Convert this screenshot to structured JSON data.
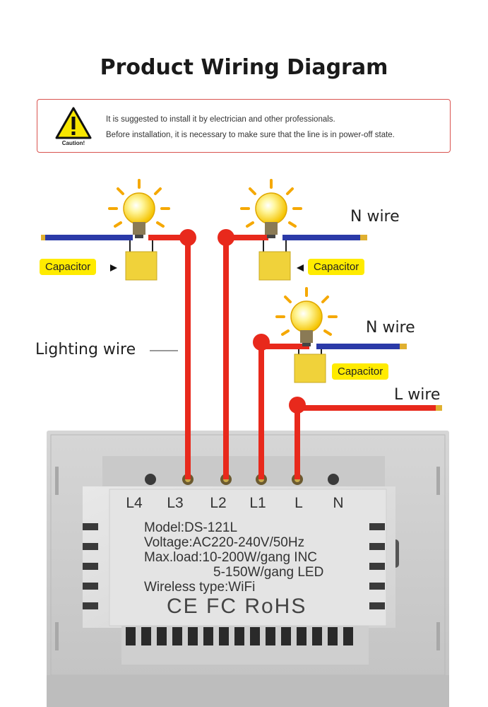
{
  "title": "Product Wiring Diagram",
  "caution": {
    "icon": "warning-triangle-icon",
    "label": "Caution!",
    "line1": "It is suggested to install it by electrician and other professionals.",
    "line2": "Before installation, it is necessary to make sure that the line is in power-off state."
  },
  "labels": {
    "capacitor_1": "Capacitor",
    "capacitor_2": "Capacitor",
    "capacitor_3": "Capacitor",
    "n_wire_1": "N wire",
    "n_wire_2": "N wire",
    "l_wire": "L wire",
    "lighting_wire": "Lighting wire"
  },
  "terminals": [
    "L4",
    "L3",
    "L2",
    "L1",
    "L",
    "N"
  ],
  "device": {
    "model": "Model:DS-121L",
    "voltage": "Voltage:AC220-240V/50Hz",
    "max_load_1": "Max.load:10-200W/gang INC",
    "max_load_2": "5-150W/gang  LED",
    "wireless": "Wireless type:WiFi",
    "certifications": "CE FC RoHS"
  },
  "colors": {
    "live_wire": "#e8291c",
    "neutral_wire": "#2b3aa8",
    "capacitor_tag": "#ffeb00",
    "caution_border": "#d9534f"
  }
}
